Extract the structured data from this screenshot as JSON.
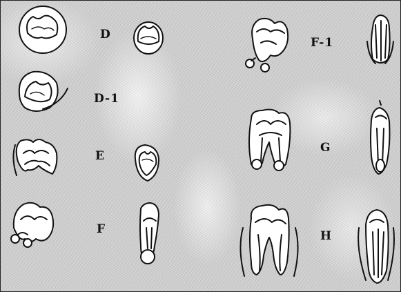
{
  "labels": {
    "d": "D",
    "d1": "D-1",
    "e": "E",
    "f": "F",
    "f1": "F-1",
    "g": "G",
    "h": "H"
  }
}
